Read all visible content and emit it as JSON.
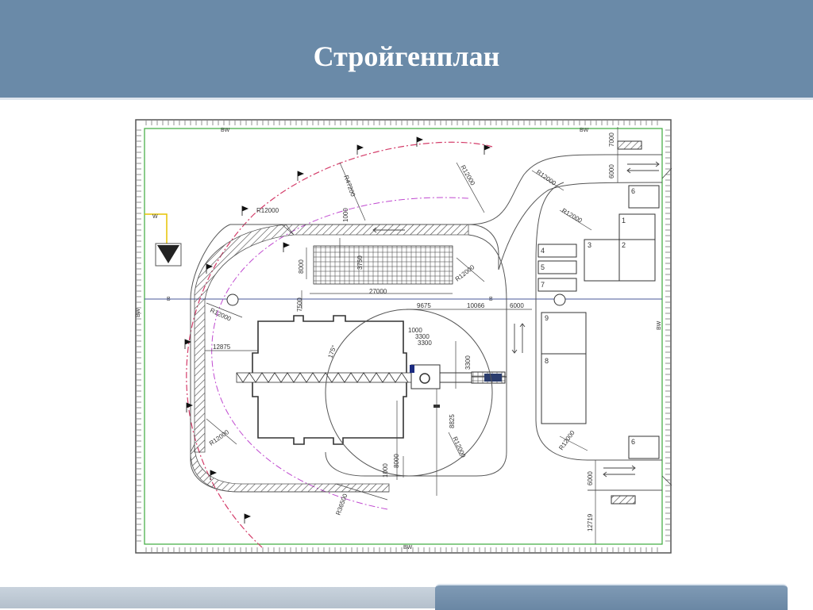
{
  "header": {
    "title": "Стройгенплан"
  },
  "plan": {
    "fence_labels": {
      "top_left": "BW",
      "top_right": "BW",
      "bottom": "BW",
      "left": "BW",
      "right": "BW",
      "w": "W",
      "b_left": "B",
      "b_right": "B"
    },
    "dimensions": {
      "r47200": "R47200",
      "r12000_a": "R12000",
      "r12000_b": "R12000",
      "r12000_c": "R12000",
      "r12000_d": "R12000",
      "r12000_e": "R12000",
      "r12000_f": "R12000",
      "r12000_g": "R12000",
      "r12000_h": "R12000",
      "r12000_i": "R12000",
      "r36500": "R36500",
      "d27000": "27000",
      "d9675": "9675",
      "d10066": "10066",
      "d6000_h": "6000",
      "d12875": "12875",
      "d1000_top": "1000",
      "d8000_left": "8000",
      "d7500_a": "7500",
      "d3750": "3750",
      "d1000": "1000",
      "d3300_a": "3300",
      "d3300_b": "3300",
      "d3300_v": "3300",
      "d8825": "8825",
      "d8000_bottom": "8000",
      "d1000_bottom": "1000",
      "d7000": "7000",
      "d6000_top": "6000",
      "d6000_bottom": "6000",
      "d12719": "12719",
      "angle": "175°"
    },
    "buildings": [
      {
        "label": "1"
      },
      {
        "label": "2"
      },
      {
        "label": "3"
      },
      {
        "label": "4"
      },
      {
        "label": "5"
      },
      {
        "label": "6"
      },
      {
        "label": "6"
      },
      {
        "label": "7"
      },
      {
        "label": "8"
      },
      {
        "label": "9"
      }
    ]
  }
}
